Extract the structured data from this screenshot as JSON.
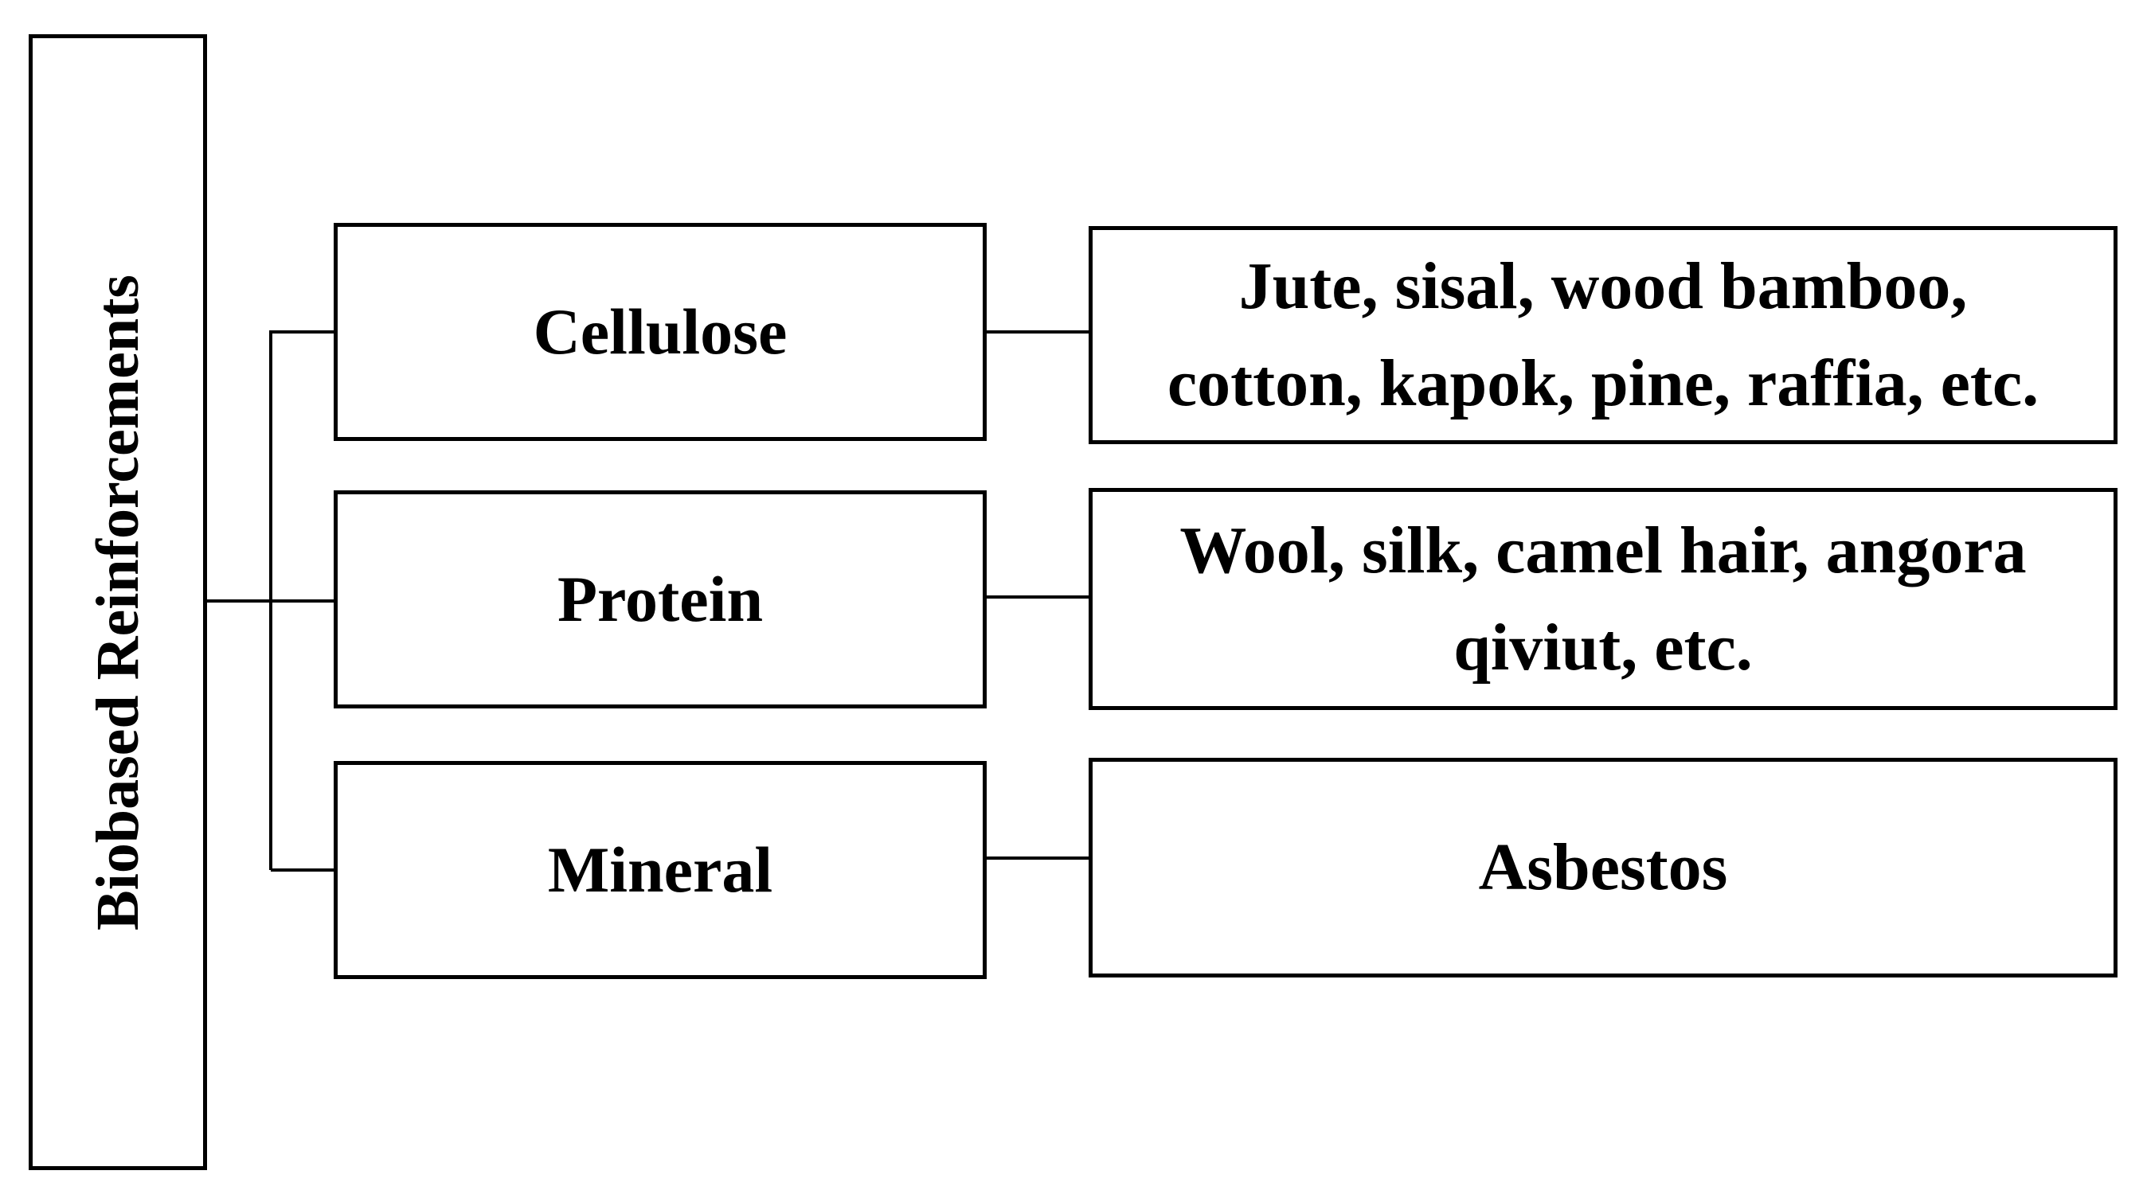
{
  "diagram": {
    "root": {
      "label": "Biobased Reinforcements"
    },
    "categories": [
      {
        "label": "Cellulose",
        "examples_lines": [
          "Jute, sisal, wood bamboo,",
          "cotton, kapok, pine, raffia, etc."
        ]
      },
      {
        "label": "Protein",
        "examples_lines": [
          "Wool, silk, camel hair, angora",
          "qiviut, etc."
        ]
      },
      {
        "label": "Mineral",
        "examples_lines": [
          "Asbestos"
        ]
      }
    ],
    "colors": {
      "line": "#000000",
      "box_border": "#000000",
      "background": "#ffffff",
      "text": "#000000"
    }
  }
}
